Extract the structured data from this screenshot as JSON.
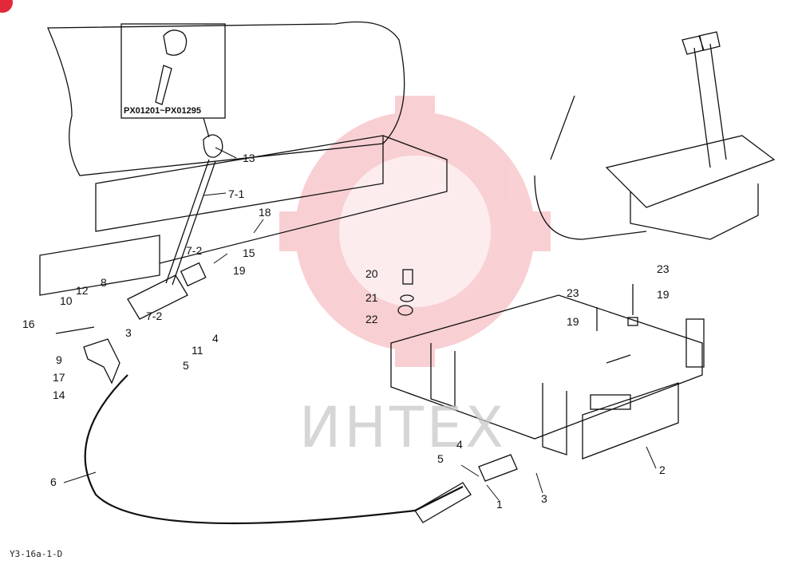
{
  "inset": {
    "label": "PX01201~PX01295"
  },
  "watermark": "ИНТЕХ",
  "drawing_code": "Y3-16a-1-D",
  "callouts": [
    "13",
    "7-1",
    "18",
    "15",
    "19",
    "7-2",
    "12",
    "8",
    "10",
    "16",
    "9",
    "17",
    "14",
    "7-2",
    "3",
    "11",
    "4",
    "5",
    "6",
    "20",
    "21",
    "22",
    "23",
    "23",
    "19",
    "19",
    "2",
    "4",
    "5",
    "1",
    "3"
  ],
  "brand_color": "#e3283b"
}
